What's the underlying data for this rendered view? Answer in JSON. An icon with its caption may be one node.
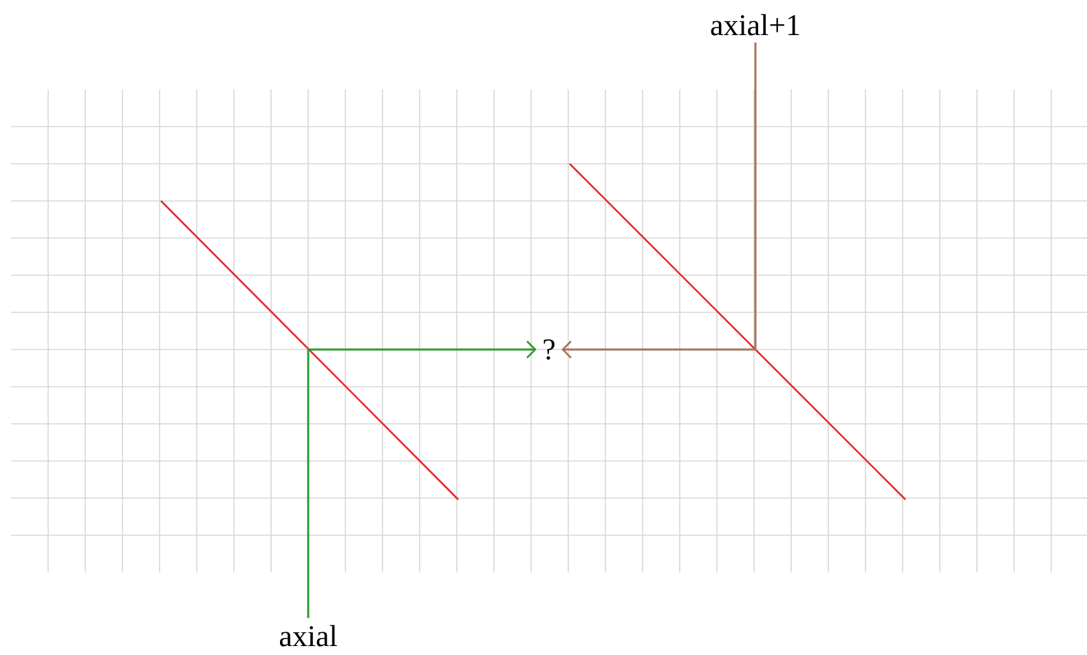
{
  "diagram": {
    "nodes": [
      {
        "text": [
          "axial"
        ]
      },
      {
        "text": [
          "?"
        ]
      },
      {
        "text": [
          "axial+1"
        ]
      }
    ],
    "edges": [
      {
        "from": 0,
        "to": 1,
        "arrow": "to",
        "color": "#2e9a2e"
      },
      {
        "from": 2,
        "to": 1,
        "arrow": "to",
        "color": "#a5735a"
      }
    ]
  }
}
